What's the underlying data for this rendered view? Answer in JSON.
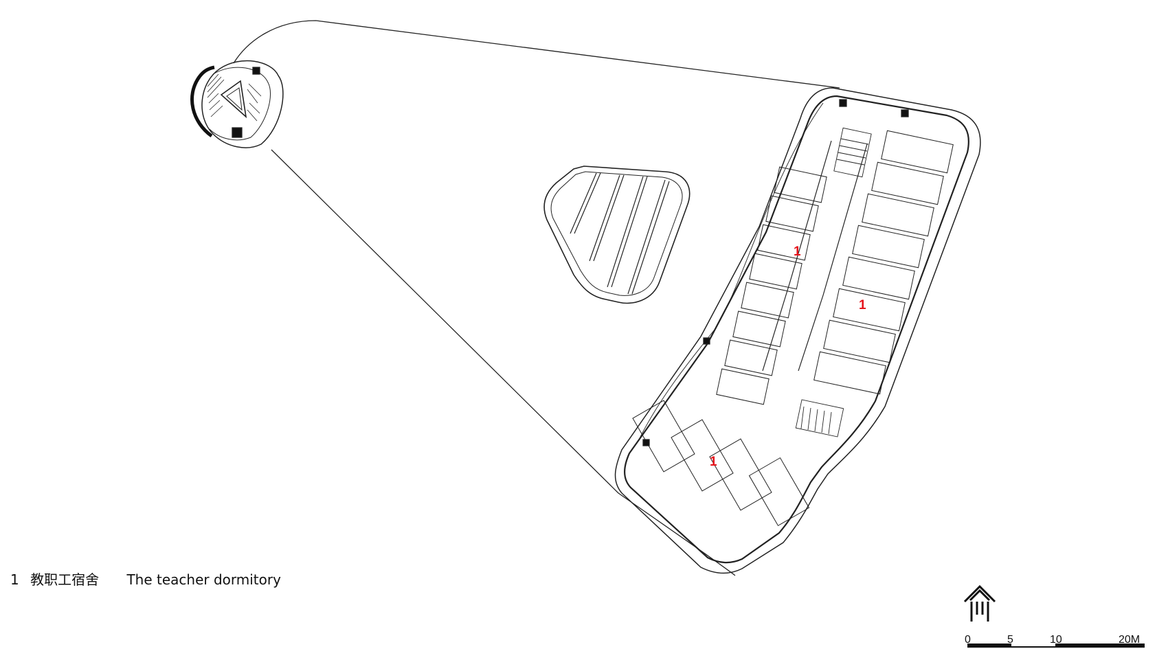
{
  "legend": {
    "number": "1",
    "description_cn": "教职工宿舍",
    "description_en": "The teacher dormitory"
  },
  "room_labels": [
    "1",
    "1",
    "1"
  ],
  "north_arrow": {
    "icon": "north-arrow-icon"
  },
  "scale_bar": {
    "ticks": [
      "0",
      "5",
      "10",
      "20M"
    ]
  },
  "colors": {
    "line": "#222222",
    "label_red": "#e5131b"
  }
}
